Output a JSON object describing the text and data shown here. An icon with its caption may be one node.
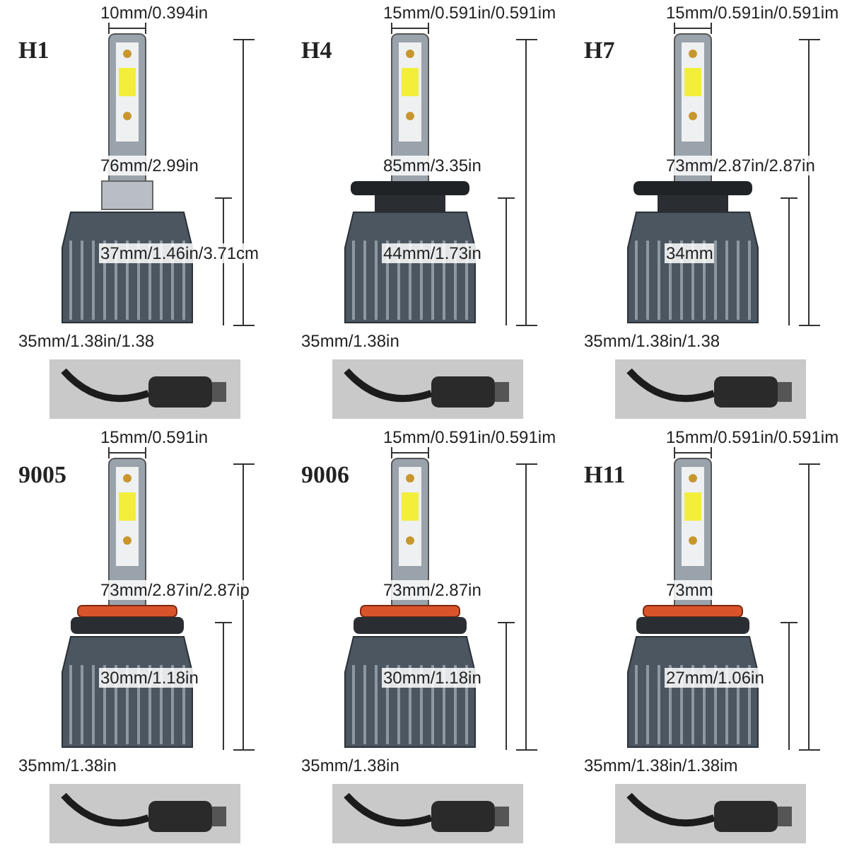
{
  "diagram": {
    "labels": [
      "H1",
      "10mm/0.394in",
      "76mm/2.99in",
      "37mm/1.46in/3.71cm",
      "35mm/1.38in/1.38",
      "H4",
      "15mm/0.591in/0.591im",
      "85mm/3.35in",
      "44mm/1.73in",
      "35mm/1.38in",
      "H7",
      "15mm/0.591in/0.591im",
      "73mm/2.87in/2.87in",
      "34mm",
      "35mm/1.38in/1.38",
      "9005",
      "15mm/0.591in",
      "73mm/2.87in/2.87ip",
      "30mm/1.18in",
      "35mm/1.38in",
      "9006",
      "15mm/0.591in/0.591im",
      "73mm/2.87in",
      "30mm/1.18in",
      "35mm/1.38in",
      "H11",
      "15mm/0.591in/0.591im",
      "73mm",
      "27mm/1.06in",
      "35mm/1.38in/1.38im"
    ]
  }
}
